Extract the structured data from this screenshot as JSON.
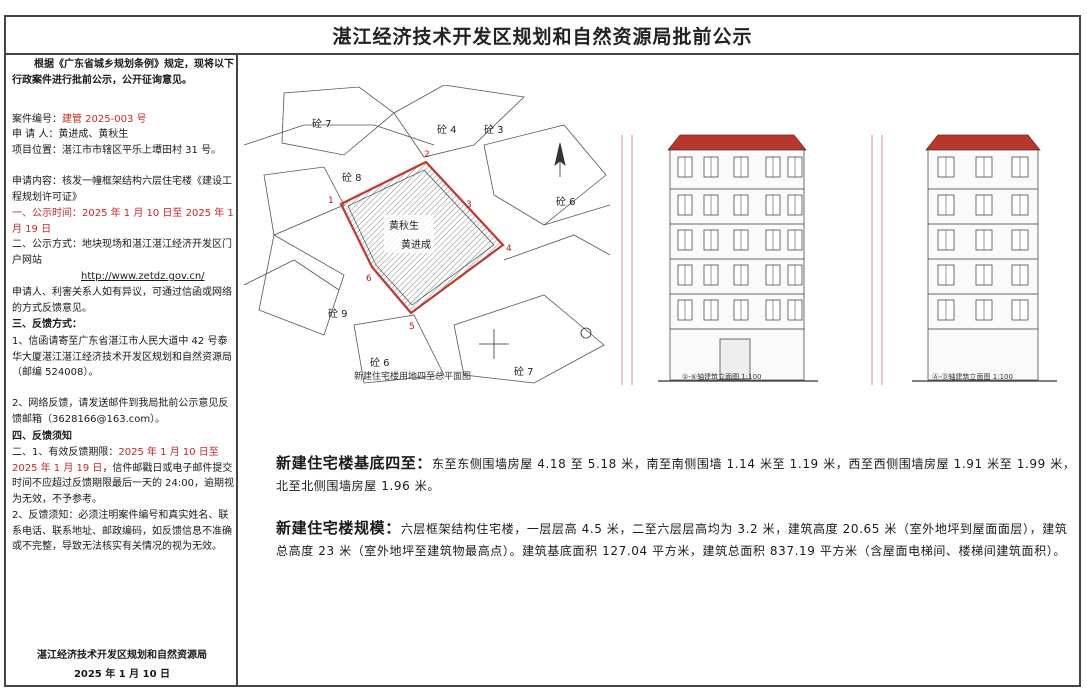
{
  "title": "湛江经济技术开发区规划和自然资源局批前公示",
  "left": {
    "intro": "根据《广东省城乡规划条例》规定，现将以下行政案件进行批前公示，公开征询意见。",
    "case_no_label": "案件编号：",
    "case_no": "建管 2025-003 号",
    "applicant_label": "申 请 人：",
    "applicant": "黄进成、黄秋生",
    "location_label": "项目位置：",
    "location": "湛江市市辖区平乐上墰田村 31 号。",
    "content_label": "申请内容：",
    "content": "核发一幢框架结构六层住宅楼《建设工程规划许可证》",
    "s1_label": "一、公示时间：",
    "s1_value": "2025 年 1 月 10 日至 2025 年 1 月 19 日",
    "s2_label": "二、公示方式：",
    "s2_value": "地块现场和湛江湛江经济开发区门户网站",
    "url": "http://www.zetdz.gov.cn/",
    "objection": "申请人、利害关系人如有异议，可通过信函或网络的方式反馈意见。",
    "s3_title": "三、反馈方式：",
    "s3_item1": "1、信函请寄至广东省湛江市人民大道中 42 号泰华大厦湛江湛江经济技术开发区规划和自然资源局（邮编 524008）。",
    "s3_item2": "2、网络反馈，请发送邮件到我局批前公示意见反馈邮箱（3628166@163.com）。",
    "s4_title": "四、反馈须知",
    "s4_item1_prefix": "二、1、有效反馈期限：",
    "s4_item1_dates": "2025 年 1 月 10 日至 2025 年 1 月 19 日",
    "s4_item1_rest": "，信件邮戳日或电子邮件提交时间不应超过反馈期限最后一天的 24:00，逾期视为无效，不予参考。",
    "s4_item2": "2、反馈须知：必须注明案件编号和真实姓名、联系电话、联系地址、邮政编码，如反馈信息不准确或不完整，导致无法核实有关情况的视为无效。",
    "footer_org": "湛江经济技术开发区规划和自然资源局",
    "footer_date": "2025 年 1 月 10 日"
  },
  "plan": {
    "owner1": "黄秋生",
    "owner2": "黄进成",
    "neighbors": [
      "砼 7",
      "砼 4",
      "砼 3",
      "砼 8",
      "砼 6",
      "砼 9",
      "砼 6",
      "砼 7"
    ],
    "points": [
      "1",
      "2",
      "3",
      "4",
      "5",
      "6"
    ],
    "caption": "新建住宅楼用地四至总平面图"
  },
  "elevations": {
    "front_caption": "①-⑥轴建筑立面图 1:100",
    "side_caption": "Ⓐ-Ⓓ轴建筑立面图 1:100"
  },
  "boundary": {
    "heading": "新建住宅楼基底四至：",
    "text": "东至东侧围墙房屋 4.18 至 5.18 米，南至南侧围墙 1.14 米至 1.19 米，西至西侧围墙房屋 1.91 米至 1.99 米，北至北侧围墙房屋 1.96 米。"
  },
  "scale": {
    "heading": "新建住宅楼规模：",
    "text": "六层框架结构住宅楼，一层层高 4.5 米，二至六层层高均为 3.2 米，建筑高度 20.65 米（室外地坪到屋面面层），建筑总高度 23 米（室外地坪至建筑物最高点）。建筑基底面积 127.04 平方米，建筑总面积 837.19 平方米（含屋面电梯间、楼梯间建筑面积）。"
  },
  "colors": {
    "accent_red": "#c62828",
    "roof": "#b5372e",
    "plot_border": "#c0392b"
  }
}
